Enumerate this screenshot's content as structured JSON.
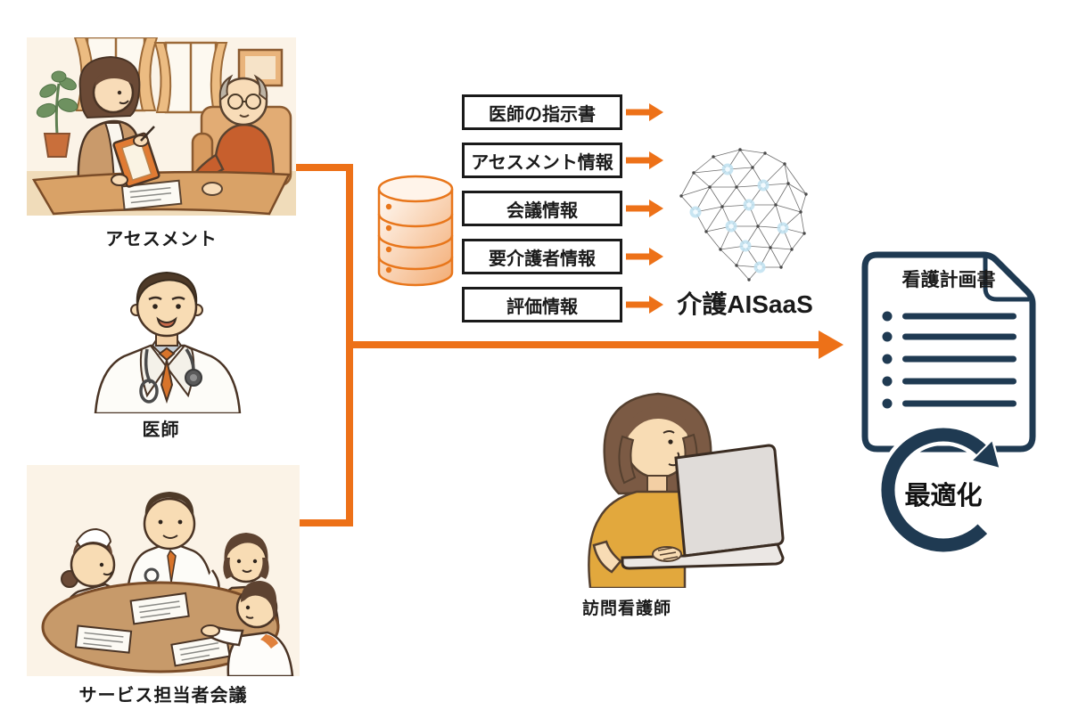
{
  "labels": {
    "assessment": "アセスメント",
    "doctor": "医師",
    "service_meeting": "サービス担当者会議",
    "visiting_nurse": "訪問看護師"
  },
  "inputs": [
    {
      "label": "医師の指示書"
    },
    {
      "label": "アセスメント情報"
    },
    {
      "label": "会議情報"
    },
    {
      "label": "要介護者情報"
    },
    {
      "label": "評価情報"
    }
  ],
  "ai": {
    "label": "介護AISaaS"
  },
  "output": {
    "title": "看護計画書",
    "optimization": "最適化"
  },
  "icons": {
    "database": "database-icon",
    "brain": "ai-brain-icon",
    "document": "care-plan-document-icon",
    "cycle": "optimization-cycle-icon"
  },
  "colors": {
    "accent-orange": "#ED7118",
    "navy": "#1F3A52",
    "ink": "#1a1a1a"
  }
}
